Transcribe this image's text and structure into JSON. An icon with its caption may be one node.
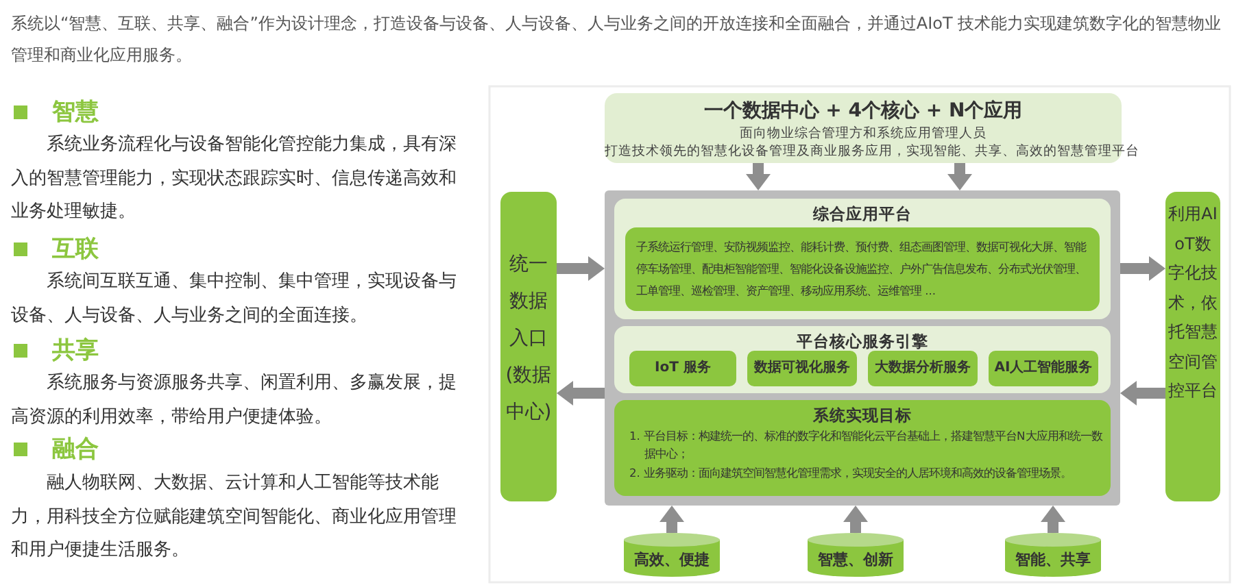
{
  "diagram": {
    "nodes": [
      {
        "text": [
          "一个数据中心 + 4个核心 + N个应用",
          "面向物业综合管理方和系统应用管理人员",
          "打造技术领先的智慧化设备管理及商业服务应用，实现智能、共享、高效的智慧管理平台"
        ]
      },
      {
        "text": [],
        "shape": "box"
      },
      {
        "text": [
          "综合应用平台"
        ],
        "in": 1
      },
      {
        "text": [
          "子系统运行管理、安防视频监控、能耗计费、预付费、组态画图管理、数据可视化大屏、智能停车场管理、配电柜智能管理、智能化设备设施监控、户外广告信息发布、分布式光伏管理、工单管理、巡检管理、资产管理、移动应用系统、运维管理 ..."
        ],
        "in": 2
      },
      {
        "text": [
          "平台核心服务引擎"
        ],
        "in": 1
      },
      {
        "text": [
          "IoT 服务"
        ],
        "in": 4
      },
      {
        "text": [
          "数据可视化服务"
        ],
        "in": 4
      },
      {
        "text": [
          "大数据分析服务"
        ],
        "in": 4
      },
      {
        "text": [
          "AI人工智能服务"
        ],
        "in": 4
      },
      {
        "text": [
          "系统实现目标",
          "1. 平台目标：构建统一的、标准的数字化和智能化云平台基础上，搭建智慧平台N大应用和统一数据中心；",
          "2. 业务驱动：面向建筑空间智慧化管理需求，实现安全的人居环境和高效的设备管理场景。"
        ],
        "in": 1
      },
      {
        "text": [
          "统一数据入口(数据中心)"
        ]
      },
      {
        "text": [
          "利用AIoT数字化技术，依托智慧空间管控平台"
        ]
      },
      {
        "text": [
          "高效、便捷"
        ]
      },
      {
        "text": [
          "智慧、创新"
        ]
      },
      {
        "text": [
          "智能、共享"
        ]
      }
    ],
    "edges": [
      {
        "from": 0,
        "to": 1,
        "arrow": "to"
      },
      {
        "from": 0,
        "to": 1,
        "arrow": "to"
      },
      {
        "from": 10,
        "to": 1,
        "arrow": "to"
      },
      {
        "from": 1,
        "to": 10,
        "arrow": "to"
      },
      {
        "from": 1,
        "to": 11,
        "arrow": "to"
      },
      {
        "from": 11,
        "to": 1,
        "arrow": "to"
      },
      {
        "from": 12,
        "to": 1,
        "arrow": "to"
      },
      {
        "from": 13,
        "to": 1,
        "arrow": "to"
      },
      {
        "from": 14,
        "to": 1,
        "arrow": "to"
      }
    ],
    "labels": [
      "系统以“智慧、互联、共享、融合”作为设计理念，打造设备与设备、人与设备、人与业务之间的开放连接和全面融合，并通过AIoT 技术能力实现建筑数字化的智慧物业管理和商业化应用服务。",
      "智慧",
      "系统业务流程化与设备智能化管控能力集成，具有深入的智慧管理能力，实现状态跟踪实时、信息传递高效和业务处理敏捷。",
      "互联",
      "系统间互联互通、集中控制、集中管理，实现设备与设备、人与设备、人与业务之间的全面连接。",
      "共享",
      "系统服务与资源服务共享、闲置利用、多赢发展，提高资源的利用效率，带给用户便捷体验。",
      "融合",
      "融人物联网、大数据、云计算和人工智能等技术能力，用科技全方位赋能建筑空间智能化、商业化应用管理和用户便捷生活服务。"
    ]
  }
}
